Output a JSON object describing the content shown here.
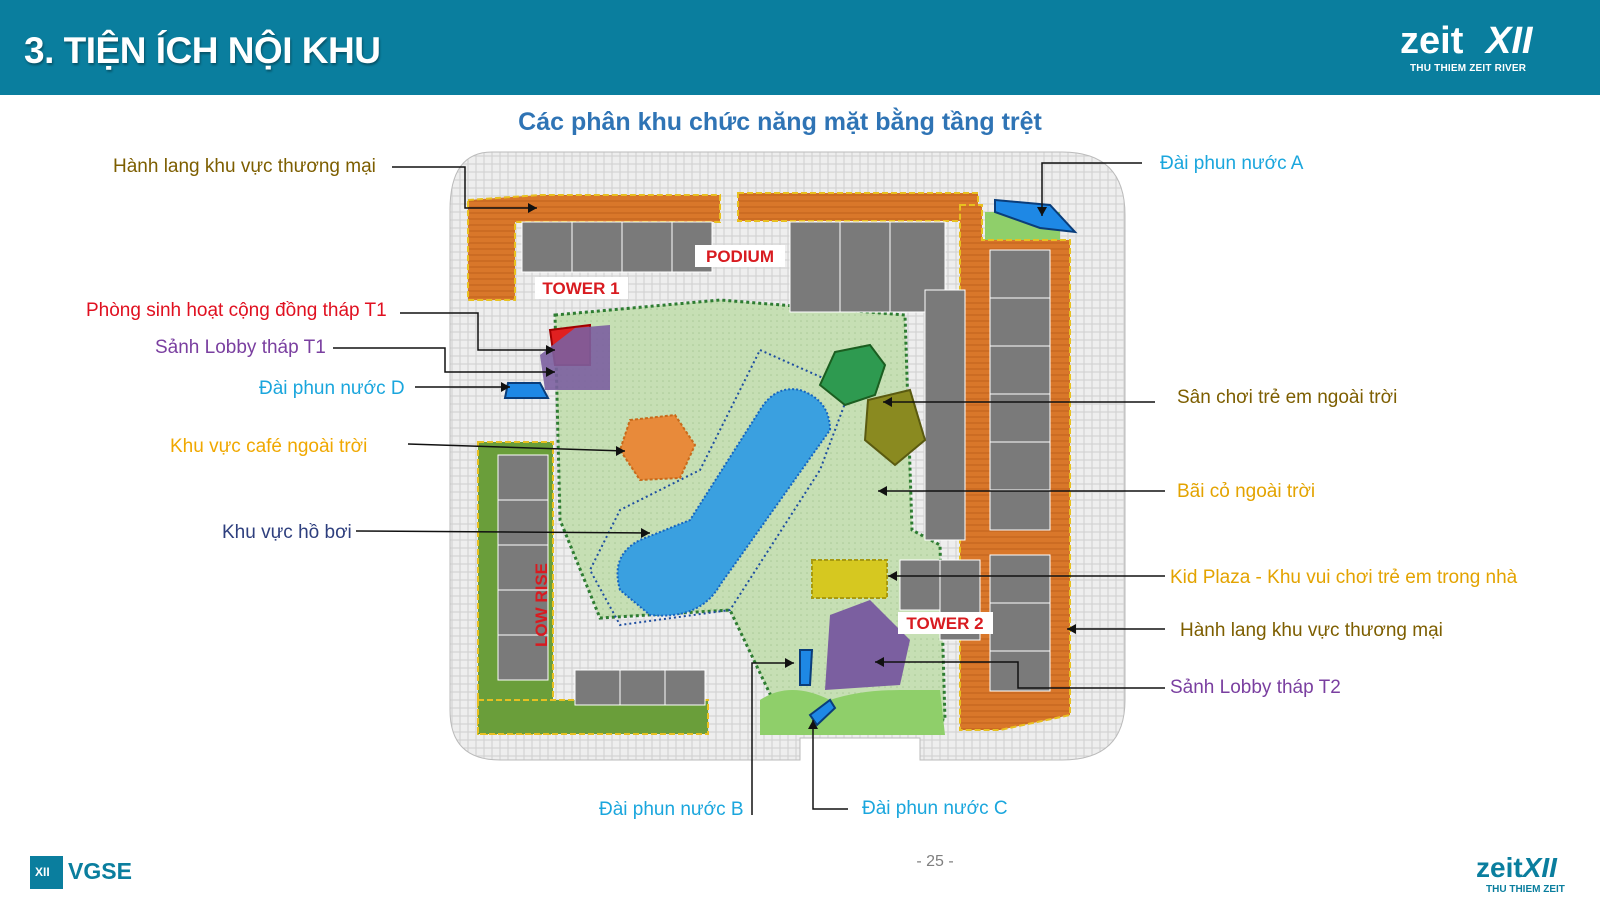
{
  "header": {
    "title": "3. TIỆN ÍCH NỘI KHU",
    "logo_word": "zeit",
    "logo_mark": "XII",
    "logo_sub": "THU THIEM ZEIT RIVER"
  },
  "subtitle": "Các phân khu chức năng mặt bằng tầng trệt",
  "plan_labels": {
    "tower1": "TOWER 1",
    "podium": "PODIUM",
    "tower2": "TOWER 2",
    "low_rise": "LOW RISE"
  },
  "callouts": {
    "hanh_lang_left": "Hành lang khu vực thương mại",
    "phong_sinh_hoat": "Phòng sinh hoạt cộng đồng tháp T1",
    "sanh_lobby_t1": "Sảnh Lobby tháp T1",
    "dai_phun_d": "Đài phun nước D",
    "cafe": "Khu vực café ngoài trời",
    "ho_boi": "Khu vực hồ bơi",
    "dai_phun_a": "Đài phun nước A",
    "san_choi": "Sân chơi trẻ em ngoài trời",
    "bai_co": "Bãi cỏ ngoài trời",
    "kid_plaza": "Kid Plaza - Khu vui chơi trẻ em trong nhà",
    "hanh_lang_right": "Hành lang khu vực thương mại",
    "sanh_lobby_t2": "Sảnh Lobby tháp T2",
    "dai_phun_b": "Đài phun nước B",
    "dai_phun_c": "Đài phun nước C"
  },
  "footer": {
    "page_number": "- 25 -",
    "vgse_mark": "XII",
    "vgse": "VGSE",
    "logo_word": "zeit",
    "logo_mark": "XII",
    "logo_sub": "THU THIEM ZEIT"
  },
  "colors": {
    "header_bg": "#0a7e9e",
    "subtitle": "#2f74b5",
    "commercial_corridor": "#d9772a",
    "pool": "#3aa0e0",
    "lobby": "#7b5fa0",
    "community_room": "#e02020",
    "cafe": "#e88a3a",
    "playground": "#2e9a50",
    "kid_plaza": "#d6c820",
    "lawn": "#b8d9a8",
    "building": "#7a7a7a"
  }
}
